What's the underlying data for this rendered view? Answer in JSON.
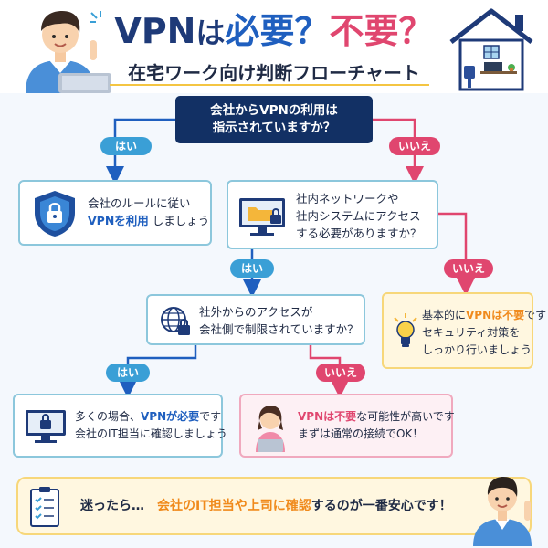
{
  "title": {
    "vpn": "VPN",
    "ha": "は",
    "need": "必要",
    "q1": "？",
    "noneed": "不要",
    "q2": "？"
  },
  "subtitle": "在宅ワーク向け判断フローチャート",
  "start_question": {
    "line1": "会社からVPNの利用は",
    "line2": "指示されていますか？"
  },
  "labels": {
    "yes": "はい",
    "no": "いいえ"
  },
  "result_company_rule": {
    "line1": "会社のルールに従い",
    "hl": "VPNを利用",
    "rest": "しましょう"
  },
  "question_internal": {
    "line1": "社内ネットワークや",
    "line2": "社内システムにアクセス",
    "line3": "する必要がありますか？"
  },
  "question_external": {
    "line1": "社外からのアクセスが",
    "line2": "会社側で制限されていますか？"
  },
  "result_basic": {
    "pre": "基本的に",
    "hl": "VPNは不要",
    "post": "です",
    "line2": "セキュリティ対策を",
    "line3": "しっかり行いましょう"
  },
  "result_required": {
    "pre": "多くの場合、",
    "hl": "VPNが必要",
    "post": "です",
    "line2": "会社のIT担当に確認しましょう"
  },
  "result_maybe": {
    "hl": "VPNは不要",
    "post": "な可能性が高いです",
    "line2": "まずは通常の接続でOK！"
  },
  "footer": {
    "pre": "迷ったら…　",
    "hl1": "会社のIT担当や上司に確認",
    "post": "するのが一番安心です！"
  },
  "colors": {
    "navy": "#123064",
    "yes": "#3a9fd6",
    "no": "#e0466f",
    "accent": "#f08a1c",
    "arrow_blue": "#1f5fbf"
  }
}
